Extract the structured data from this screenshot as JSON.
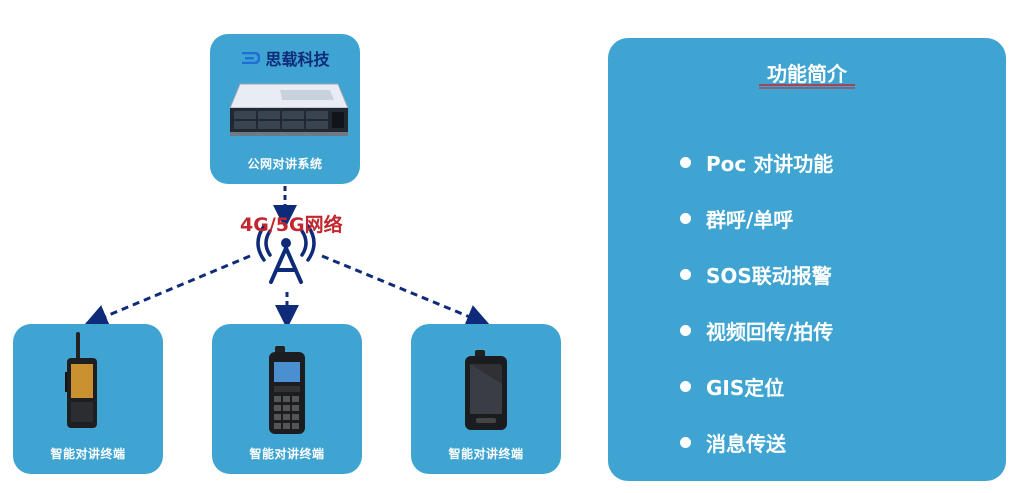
{
  "server": {
    "brand": "思载科技",
    "label": "公网对讲系统"
  },
  "network": {
    "label": "4G/5G网络"
  },
  "devices": [
    {
      "label": "智能对讲终端"
    },
    {
      "label": "智能对讲终端"
    },
    {
      "label": "智能对讲终端"
    }
  ],
  "panel": {
    "title": "功能简介",
    "features": [
      "Poc 对讲功能",
      "群呼/单呼",
      "SOS联动报警",
      "视频回传/拍传",
      "GIS定位",
      "消息传送"
    ]
  },
  "colors": {
    "card_blue": "#3fa4d2",
    "navy": "#0e2b79",
    "network_red": "#c1272d",
    "white": "#ffffff"
  },
  "icons": {
    "logo": "brand-logo-icon",
    "server": "rack-server-icon",
    "tower": "antenna-tower-icon",
    "device_1": "rugged-radio-phone-icon",
    "device_2": "keypad-phone-icon",
    "device_3": "handheld-terminal-icon"
  }
}
